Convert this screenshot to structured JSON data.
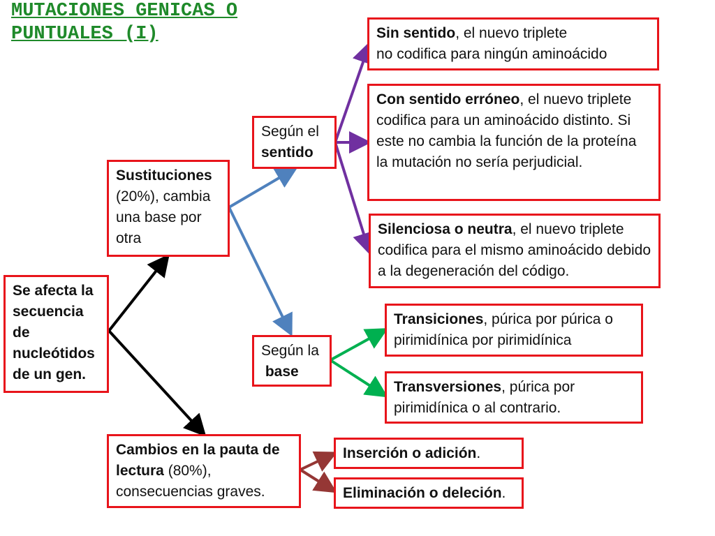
{
  "title": {
    "line1": "MUTACIONES GENICAS O",
    "line2": "PUNTUALES (I)"
  },
  "colors": {
    "title": "#1f8a2a",
    "border": "#e8141b",
    "arrow_black": "#000000",
    "arrow_blue": "#4f81bd",
    "arrow_purple": "#7030a0",
    "arrow_green": "#00b050",
    "arrow_brown": "#953735"
  },
  "nodes": {
    "root": {
      "bold": "Se afecta la secuencia de nucleótidos de un gen.",
      "rest": ""
    },
    "sustituciones": {
      "bold": "Sustituciones",
      "rest": " (20%), cambia una base por otra"
    },
    "cambios": {
      "bold": "Cambios en la pauta de lectura",
      "rest": " (80%), consecuencias graves."
    },
    "segun_sentido": {
      "rest": "Según el",
      "bold": "sentido"
    },
    "segun_base": {
      "rest": "Según la",
      "bold": "base"
    },
    "sin_sentido": {
      "bold": "Sin sentido",
      "rest": ", el nuevo triplete",
      "line2": " no codifica para ningún aminoácido"
    },
    "con_sentido": {
      "bold": "Con sentido erróneo",
      "rest": ", el nuevo triplete codifica para un aminoácido distinto. Si este no cambia la función de la proteína la mutación no sería perjudicial."
    },
    "silenciosa": {
      "bold": "Silenciosa o neutra",
      "rest": ", el nuevo triplete codifica para el mismo aminoácido debido a la degeneración del código."
    },
    "transiciones": {
      "bold": "Transiciones",
      "rest": ", púrica por púrica o pirimidínica por pirimidínica"
    },
    "transversiones": {
      "bold": "Transversiones",
      "rest": ", púrica por pirimidínica o al contrario."
    },
    "insercion": {
      "bold": "Inserción o adición",
      "rest": "."
    },
    "eliminacion": {
      "bold": "Eliminación o deleción",
      "rest": "."
    }
  }
}
